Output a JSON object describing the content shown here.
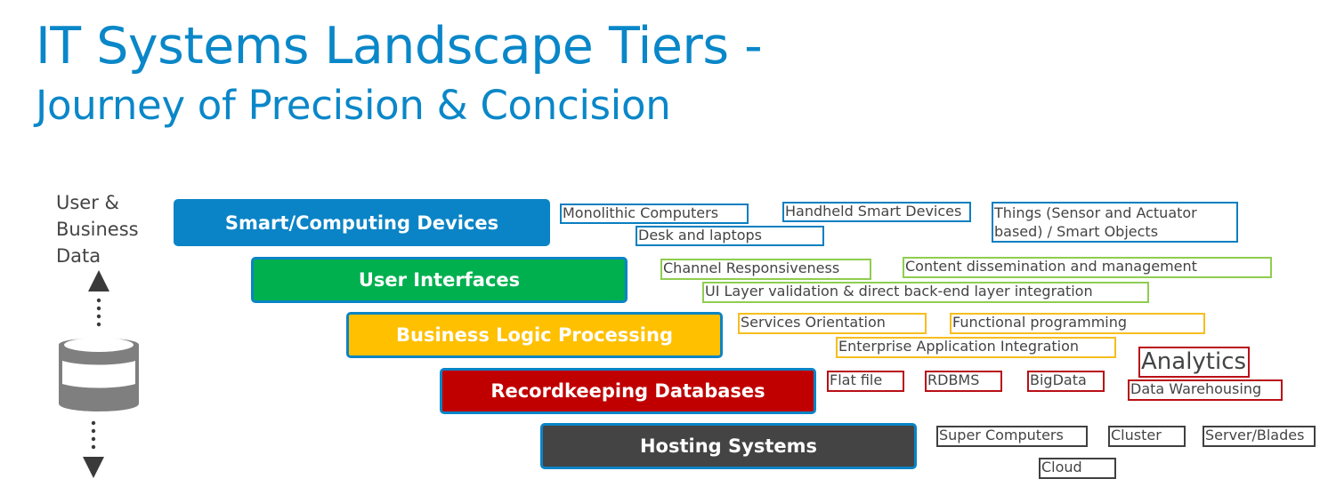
{
  "title": {
    "line1": "IT Systems Landscape Tiers -",
    "line2": "Journey of Precision & Concision"
  },
  "side_label": {
    "lines": [
      "User &",
      "Business",
      "Data"
    ]
  },
  "colors": {
    "title": "#0a87c8",
    "smart_devices": "#0a84c6",
    "user_interfaces": "#00b04f",
    "business_logic": "#ffc000",
    "recordkeeping": "#c00000",
    "hosting": "#444444",
    "tier_outline": "#0a84c6"
  },
  "tiers": [
    {
      "label": "Smart/Computing Devices",
      "color": "#0a84c6",
      "tags": [
        "Monolithic Computers",
        "Desk and laptops",
        "Handheld Smart Devices",
        "Things (Sensor and Actuator based) / Smart Objects"
      ]
    },
    {
      "label": "User Interfaces",
      "color": "#00b04f",
      "tags": [
        "Channel Responsiveness",
        "UI Layer validation & direct back-end layer integration",
        "Content dissemination and management"
      ]
    },
    {
      "label": "Business Logic Processing",
      "color": "#ffc000",
      "tags": [
        "Services Orientation",
        "Enterprise Application Integration",
        "Functional programming"
      ]
    },
    {
      "label": "Recordkeeping Databases",
      "color": "#c00000",
      "tags": [
        "Flat file",
        "RDBMS",
        "BigData",
        "Analytics",
        "Data Warehousing"
      ]
    },
    {
      "label": "Hosting Systems",
      "color": "#444444",
      "tags": [
        "Super Computers",
        "Cloud",
        "Cluster",
        "Server/Blades"
      ]
    }
  ]
}
